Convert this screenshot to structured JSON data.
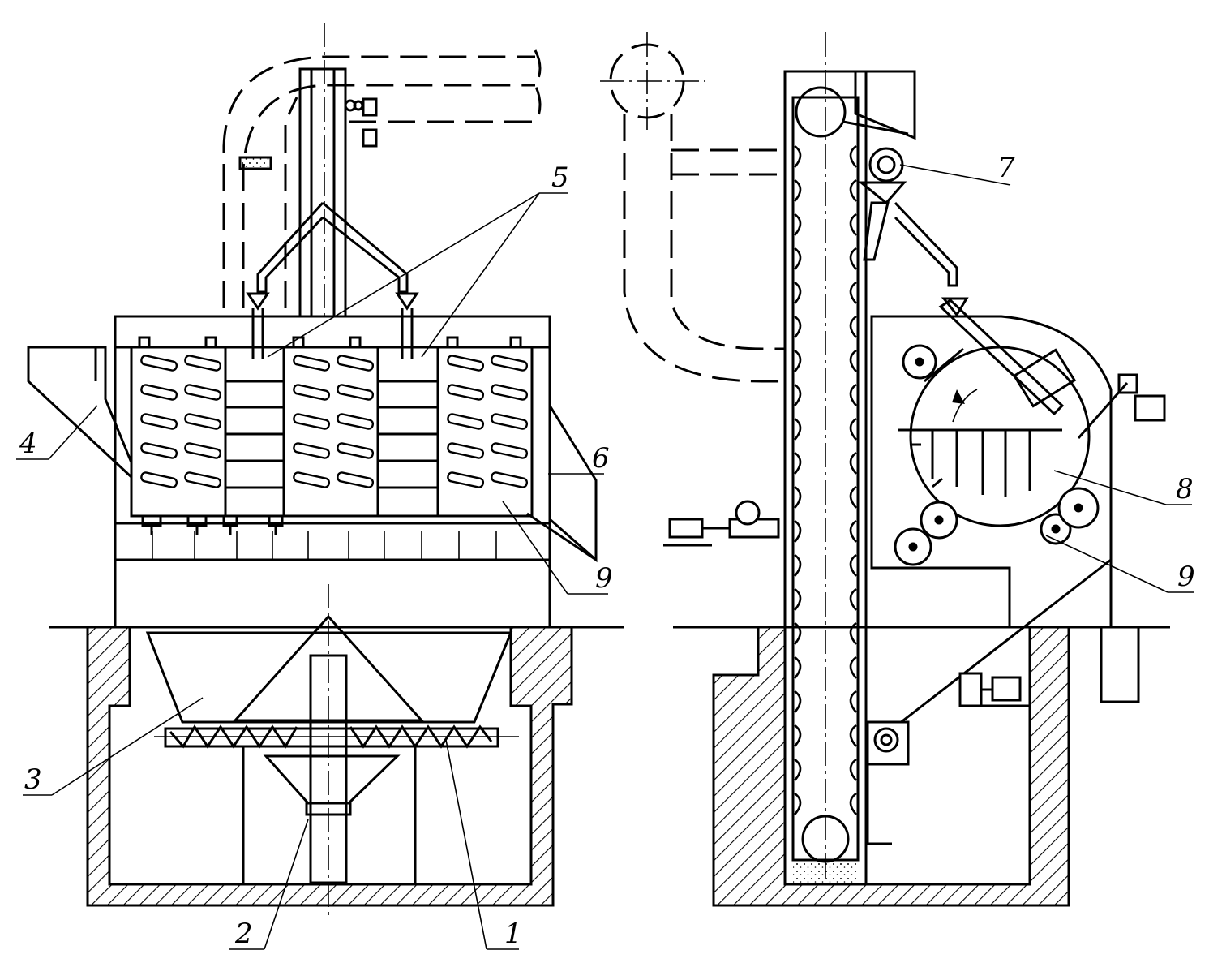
{
  "labels": {
    "l1": "1",
    "l2": "2",
    "l3": "3",
    "l4": "4",
    "l5": "5",
    "l6": "6",
    "l7": "7",
    "l8": "8",
    "l9a": "9",
    "l9b": "9"
  },
  "colors": {
    "ink": "#000000",
    "paper": "#ffffff"
  }
}
